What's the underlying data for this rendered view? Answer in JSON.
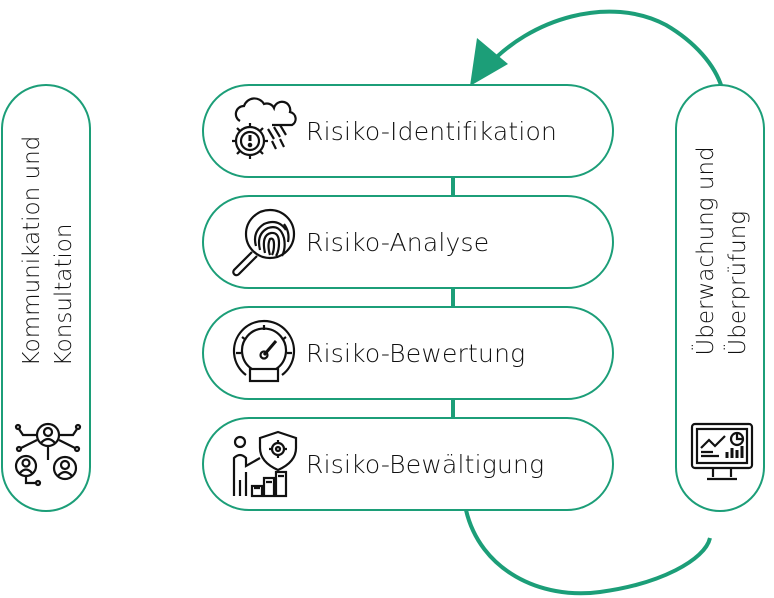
{
  "steps": [
    {
      "label": "Risiko-Identifikation",
      "icon": "cloud-gear-warning-icon"
    },
    {
      "label": "Risiko-Analyse",
      "icon": "fingerprint-magnifier-icon"
    },
    {
      "label": "Risiko-Bewertung",
      "icon": "gauge-icon"
    },
    {
      "label": "Risiko-Bewältigung",
      "icon": "person-shield-chart-icon"
    }
  ],
  "left_panel": {
    "line1": "Kommunikation und",
    "line2": "Konsultation",
    "icon": "people-network-icon"
  },
  "right_panel": {
    "line1": "Überwachung und",
    "line2": "Überprüfung",
    "icon": "monitor-dashboard-icon"
  },
  "colors": {
    "accent": "#1c9e78",
    "text": "#111111"
  }
}
